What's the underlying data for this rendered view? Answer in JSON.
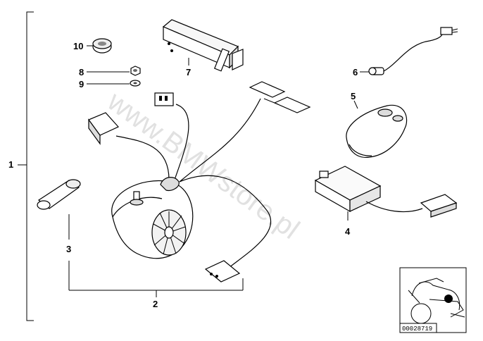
{
  "diagram": {
    "watermark": "www.BMWstore.pl",
    "reference_number": "00028719",
    "callouts": [
      {
        "id": "c1",
        "label": "1"
      },
      {
        "id": "c2",
        "label": "2"
      },
      {
        "id": "c3",
        "label": "3"
      },
      {
        "id": "c4",
        "label": "4"
      },
      {
        "id": "c5",
        "label": "5"
      },
      {
        "id": "c6",
        "label": "6"
      },
      {
        "id": "c7",
        "label": "7"
      },
      {
        "id": "c8",
        "label": "8"
      },
      {
        "id": "c9",
        "label": "9"
      },
      {
        "id": "c10",
        "label": "10"
      }
    ]
  }
}
